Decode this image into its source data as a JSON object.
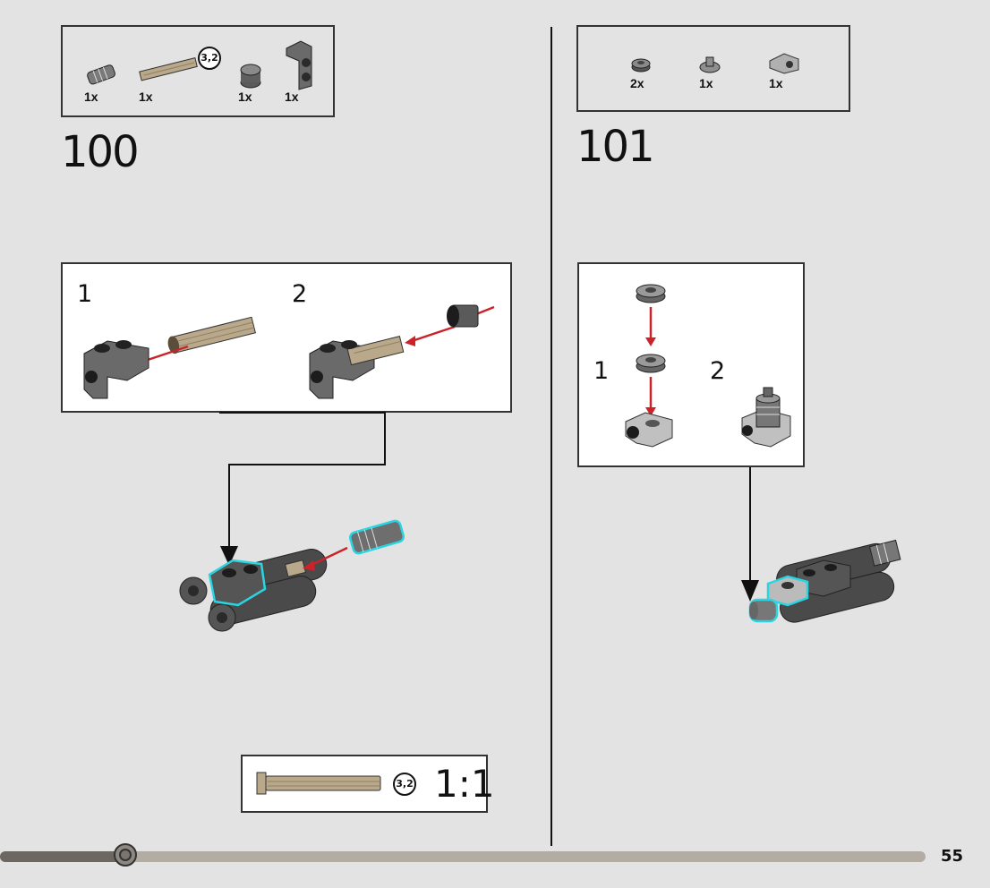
{
  "page": {
    "number": "55"
  },
  "progress": {
    "fraction": 0.135
  },
  "step100": {
    "number": "100",
    "parts": [
      {
        "name": "axle-connector",
        "qty": "1x"
      },
      {
        "name": "tan-axle",
        "qty": "1x",
        "length_badge": "3,2"
      },
      {
        "name": "round-brick",
        "qty": "1x"
      },
      {
        "name": "bracket-plate",
        "qty": "1x"
      }
    ],
    "substeps": [
      "1",
      "2"
    ],
    "callout": {
      "length_badge": "3,2",
      "ratio": "1:1"
    }
  },
  "step101": {
    "number": "101",
    "parts": [
      {
        "name": "round-plate",
        "qty": "2x"
      },
      {
        "name": "round-tile",
        "qty": "1x"
      },
      {
        "name": "bracket-plate-light",
        "qty": "1x"
      }
    ],
    "substeps": [
      "1",
      "2"
    ]
  },
  "colors": {
    "background": "#e3e3e3",
    "highlight": "#2ad4e0",
    "arrow": "#cc2229",
    "dark_grey": "#4a4a4a",
    "tan": "#b9a88a"
  }
}
